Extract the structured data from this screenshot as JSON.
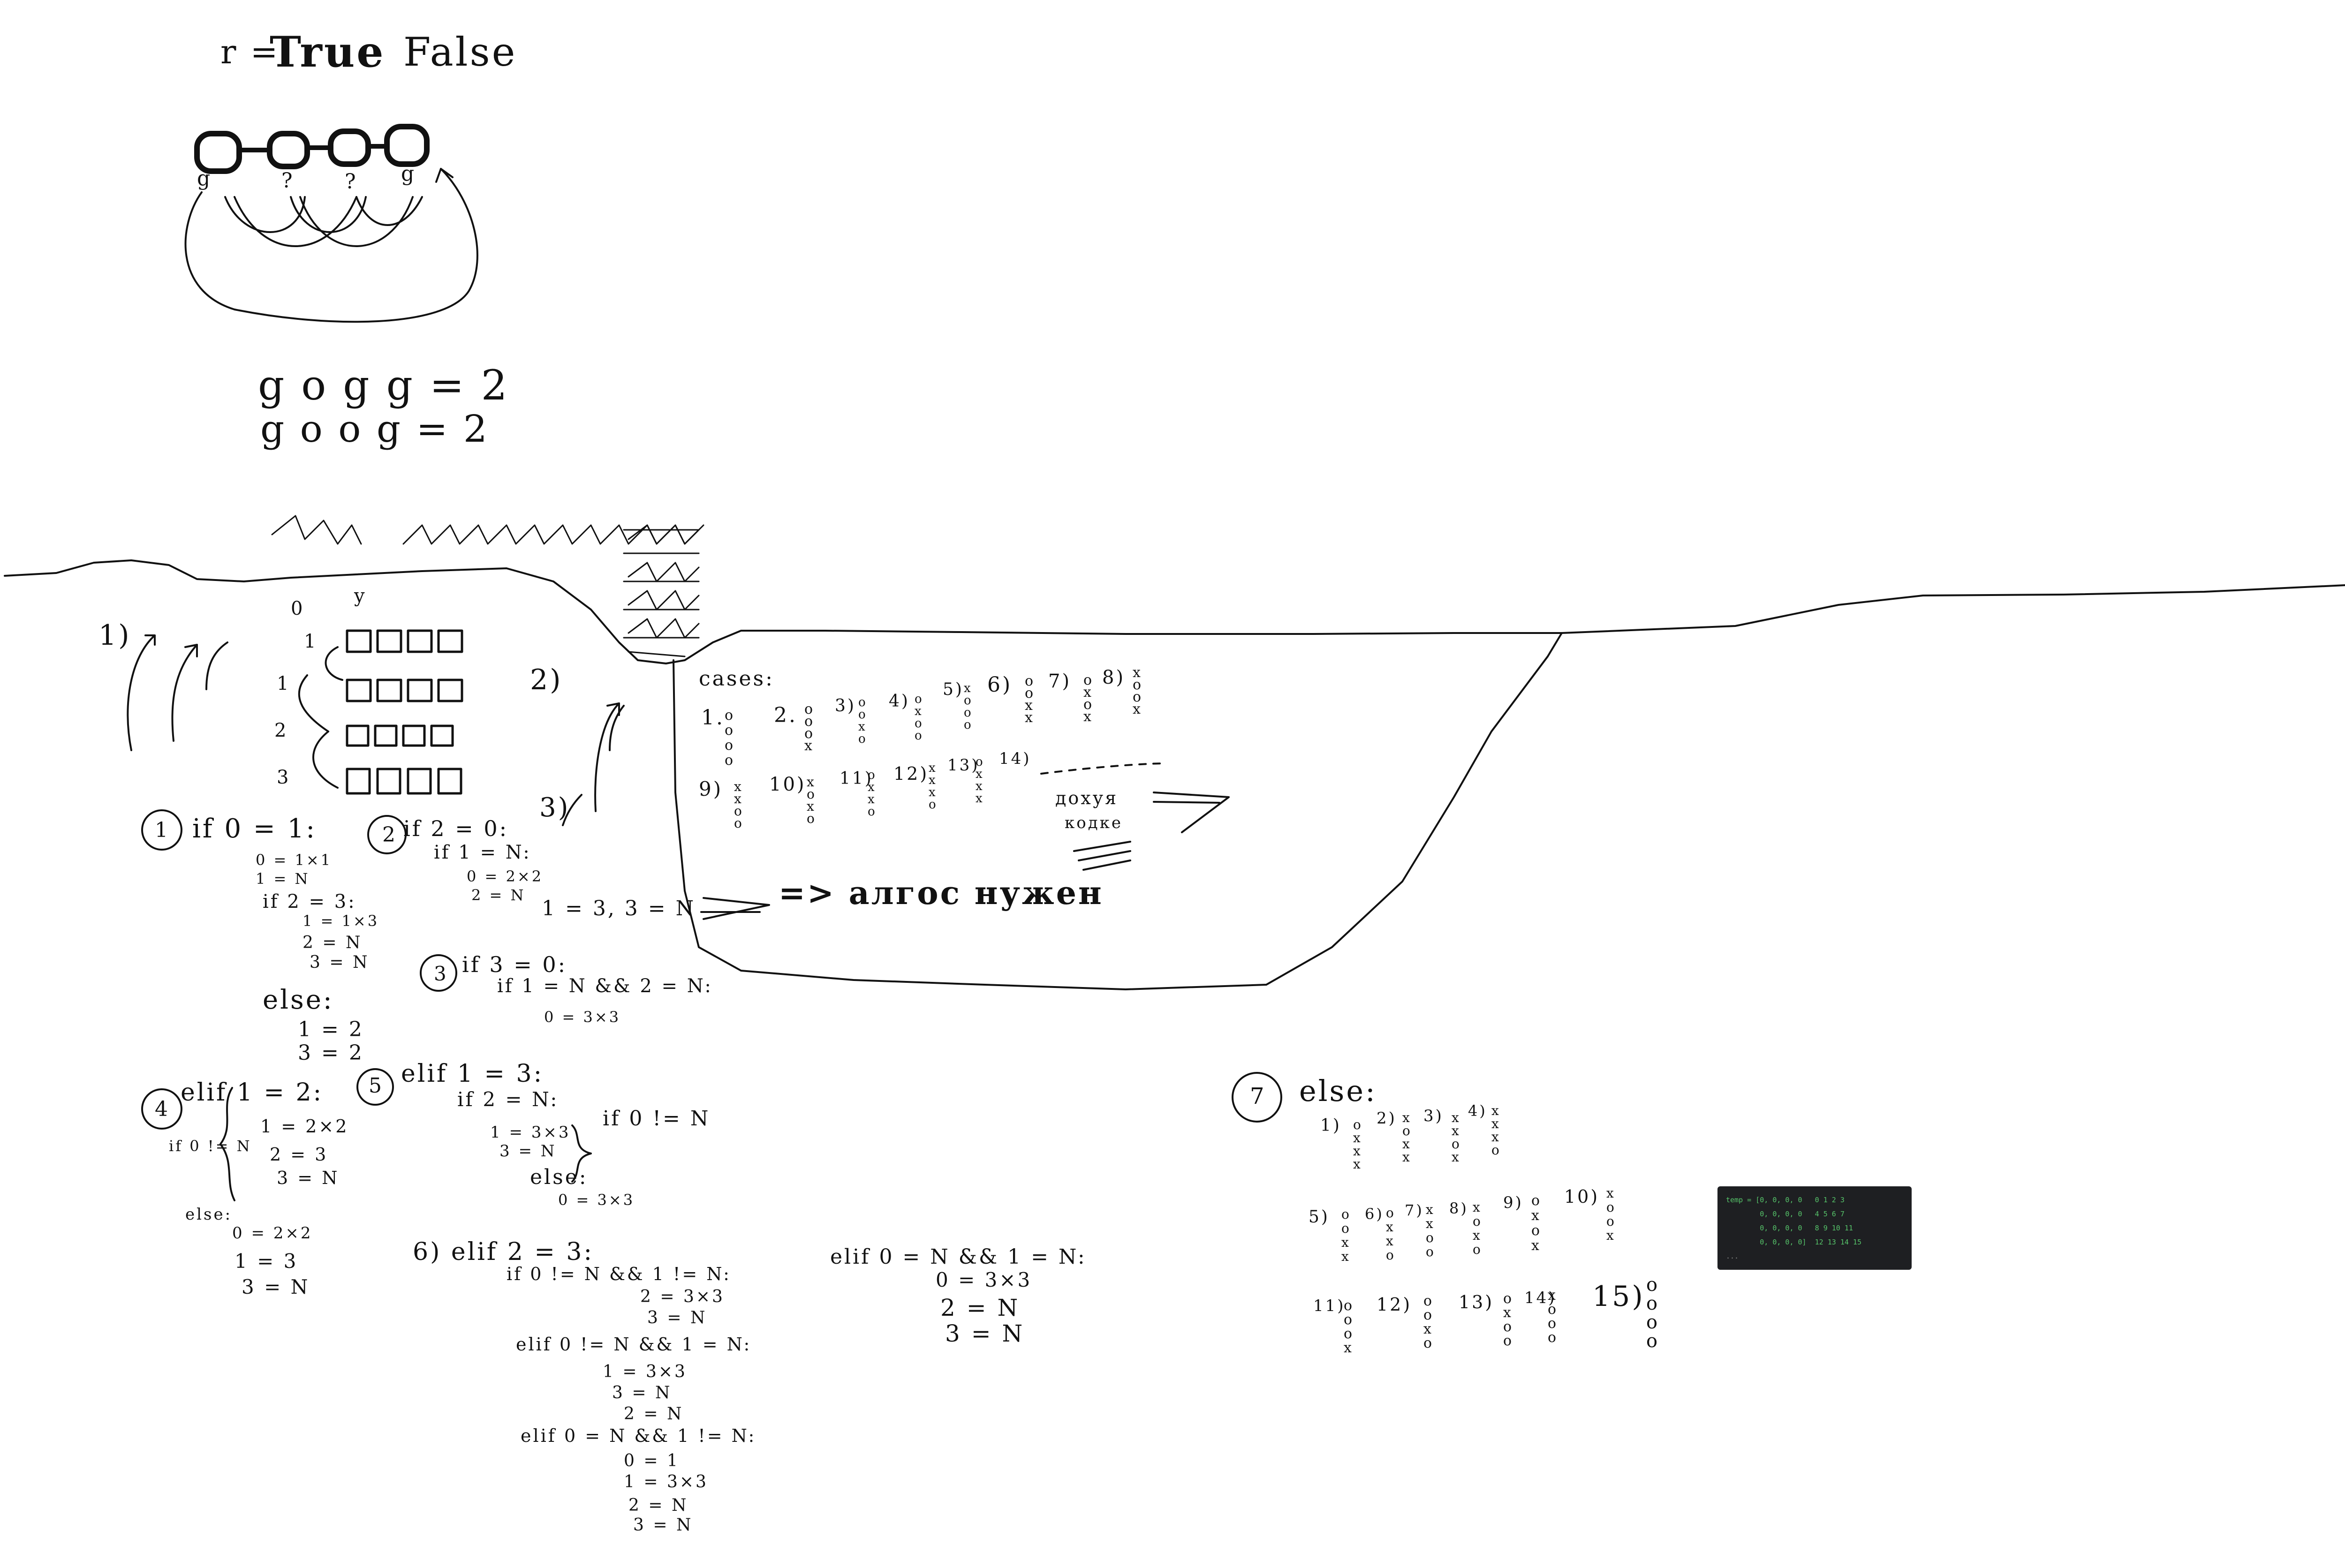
{
  "top": {
    "title_r": "r =",
    "title_true": "True",
    "title_false": "False",
    "ring_labels": [
      "g",
      "?",
      "?",
      "g"
    ],
    "eq1": "g o g g  = 2",
    "eq2": "g o o g  = 2"
  },
  "left_panel": {
    "col_labels": [
      "0",
      "y"
    ],
    "row_labels": [
      "1",
      "1",
      "2",
      "3"
    ],
    "step1": "1)",
    "step2": "2)",
    "step3": "3)"
  },
  "rules": {
    "r1": [
      "if 0 = 1:",
      "0 = 1×1",
      "1 = N",
      "if 2 = 3:",
      "1 = 1×3",
      "2 = N",
      "3 = N",
      "else:",
      "1 = 2",
      "3 = 2"
    ],
    "r2": [
      "if 2 = 0:",
      "if 1 = N:",
      "0 = 2×2",
      "2 = N",
      "1 = 3, 3 = N"
    ],
    "r3": [
      "if 3 = 0:",
      "if 1 = N && 2 = N:",
      "0 = 3×3"
    ],
    "r4": [
      "elif 1 = 2:",
      "if 0 != N",
      "1 = 2×2",
      "2 = 3",
      "3 = N",
      "else:",
      "0 = 2×2",
      "1 = 3",
      "3 = N"
    ],
    "r5": [
      "elif 1 = 3:",
      "if 2 = N:",
      "1 = 3×3",
      "3 = N",
      "if 0 != N",
      "else:",
      "0 = 3×3"
    ],
    "r6": [
      "6) elif 2 = 3:",
      "if 0 != N && 1 != N:",
      "2 = 3×3",
      "3 = N",
      "elif 0 != N && 1 = N:",
      "1 = 3×3",
      "3 = N",
      "2 = N",
      "elif 0 = N && 1 != N:",
      "0 = 1",
      "1 = 3×3",
      "2 = N",
      "3 = N"
    ],
    "r6b": [
      "elif 0 = N && 1 = N:",
      "0 = 3×3",
      "2 = N",
      "3 = N"
    ],
    "r7": [
      "else:"
    ]
  },
  "cases": {
    "header": "cases:",
    "row1": [
      "1.",
      "2.",
      "3)",
      "4)",
      "5)",
      "6)",
      "7)",
      "8)"
    ],
    "row2": [
      "9)",
      "10)",
      "11)",
      "12)",
      "13)",
      "14)"
    ],
    "note1": "дохуя",
    "note2": "кодке",
    "footer": "=> алгос нужен"
  },
  "else_cases": {
    "row1": [
      "1)",
      "2)",
      "3)",
      "4)"
    ],
    "row2": [
      "5)",
      "6)",
      "7)",
      "8)",
      "9)",
      "10)"
    ],
    "row3": [
      "11)",
      "12)",
      "13)",
      "14)",
      "15)"
    ]
  },
  "code_snippet": {
    "lines": [
      "temp = [0, 0, 0, 0   0 1 2 3",
      "        0, 0, 0, 0   4 5 6 7",
      "        0, 0, 0, 0   8 9 10 11",
      "        0, 0, 0, 0]  12 13 14 15",
      "..."
    ]
  }
}
